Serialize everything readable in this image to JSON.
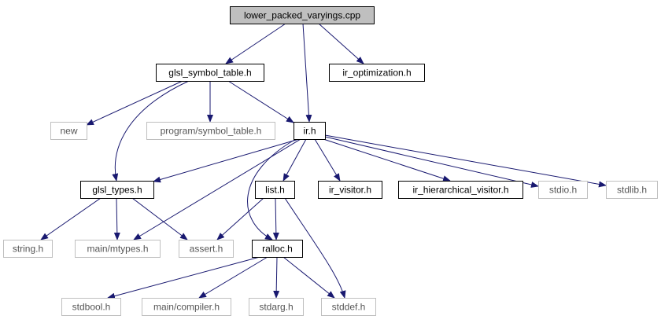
{
  "colors": {
    "edge": "#191970",
    "node_border_strong": "#000000",
    "node_border_weak": "#bfbfbf",
    "root_fill": "#bfbfbf",
    "node_fill": "#ffffff",
    "text_strong": "#000000",
    "text_weak": "#555555"
  },
  "nodes": [
    {
      "id": "lower_packed_varyings",
      "label": "lower_packed_varyings.cpp",
      "kind": "root"
    },
    {
      "id": "glsl_symbol_table",
      "label": "glsl_symbol_table.h",
      "kind": "strong"
    },
    {
      "id": "ir_optimization",
      "label": "ir_optimization.h",
      "kind": "strong"
    },
    {
      "id": "new",
      "label": "new",
      "kind": "weak"
    },
    {
      "id": "program_symbol_table",
      "label": "program/symbol_table.h",
      "kind": "weak"
    },
    {
      "id": "ir",
      "label": "ir.h",
      "kind": "strong"
    },
    {
      "id": "glsl_types",
      "label": "glsl_types.h",
      "kind": "strong"
    },
    {
      "id": "list",
      "label": "list.h",
      "kind": "strong"
    },
    {
      "id": "ir_visitor",
      "label": "ir_visitor.h",
      "kind": "strong"
    },
    {
      "id": "ir_hierarchical_visitor",
      "label": "ir_hierarchical_visitor.h",
      "kind": "strong"
    },
    {
      "id": "stdio",
      "label": "stdio.h",
      "kind": "weak"
    },
    {
      "id": "stdlib",
      "label": "stdlib.h",
      "kind": "weak"
    },
    {
      "id": "string",
      "label": "string.h",
      "kind": "weak"
    },
    {
      "id": "main_mtypes",
      "label": "main/mtypes.h",
      "kind": "weak"
    },
    {
      "id": "assert",
      "label": "assert.h",
      "kind": "weak"
    },
    {
      "id": "ralloc",
      "label": "ralloc.h",
      "kind": "strong"
    },
    {
      "id": "stdbool",
      "label": "stdbool.h",
      "kind": "weak"
    },
    {
      "id": "main_compiler",
      "label": "main/compiler.h",
      "kind": "weak"
    },
    {
      "id": "stdarg",
      "label": "stdarg.h",
      "kind": "weak"
    },
    {
      "id": "stddef",
      "label": "stddef.h",
      "kind": "weak"
    }
  ],
  "edges": [
    {
      "from": "lower_packed_varyings",
      "to": "glsl_symbol_table"
    },
    {
      "from": "lower_packed_varyings",
      "to": "ir"
    },
    {
      "from": "lower_packed_varyings",
      "to": "ir_optimization"
    },
    {
      "from": "glsl_symbol_table",
      "to": "new"
    },
    {
      "from": "glsl_symbol_table",
      "to": "program_symbol_table"
    },
    {
      "from": "glsl_symbol_table",
      "to": "ir"
    },
    {
      "from": "glsl_symbol_table",
      "to": "glsl_types"
    },
    {
      "from": "ir",
      "to": "glsl_types"
    },
    {
      "from": "ir",
      "to": "main_mtypes"
    },
    {
      "from": "ir",
      "to": "ralloc"
    },
    {
      "from": "ir",
      "to": "list"
    },
    {
      "from": "ir",
      "to": "ir_visitor"
    },
    {
      "from": "ir",
      "to": "ir_hierarchical_visitor"
    },
    {
      "from": "ir",
      "to": "stdio"
    },
    {
      "from": "ir",
      "to": "stdlib"
    },
    {
      "from": "glsl_types",
      "to": "string"
    },
    {
      "from": "glsl_types",
      "to": "main_mtypes"
    },
    {
      "from": "glsl_types",
      "to": "assert"
    },
    {
      "from": "list",
      "to": "assert"
    },
    {
      "from": "list",
      "to": "ralloc"
    },
    {
      "from": "list",
      "to": "stddef"
    },
    {
      "from": "ralloc",
      "to": "stdbool"
    },
    {
      "from": "ralloc",
      "to": "main_compiler"
    },
    {
      "from": "ralloc",
      "to": "stdarg"
    },
    {
      "from": "ralloc",
      "to": "stddef"
    }
  ]
}
